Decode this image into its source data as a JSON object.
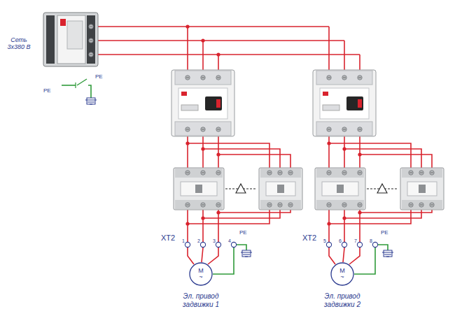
{
  "diagram": {
    "nodes": [
      {
        "text": [
          "M",
          "~"
        ]
      },
      {
        "text": [
          "M",
          "~"
        ]
      }
    ],
    "labels": [
      "Сеть 3х380 В",
      "PE",
      "PE",
      "XT2",
      "1",
      "2",
      "3",
      "4",
      "PE",
      "Эл. привод задвижки 1",
      "XT2",
      "5",
      "6",
      "7",
      "8",
      "PE",
      "Эл. привод задвижки 2"
    ]
  }
}
